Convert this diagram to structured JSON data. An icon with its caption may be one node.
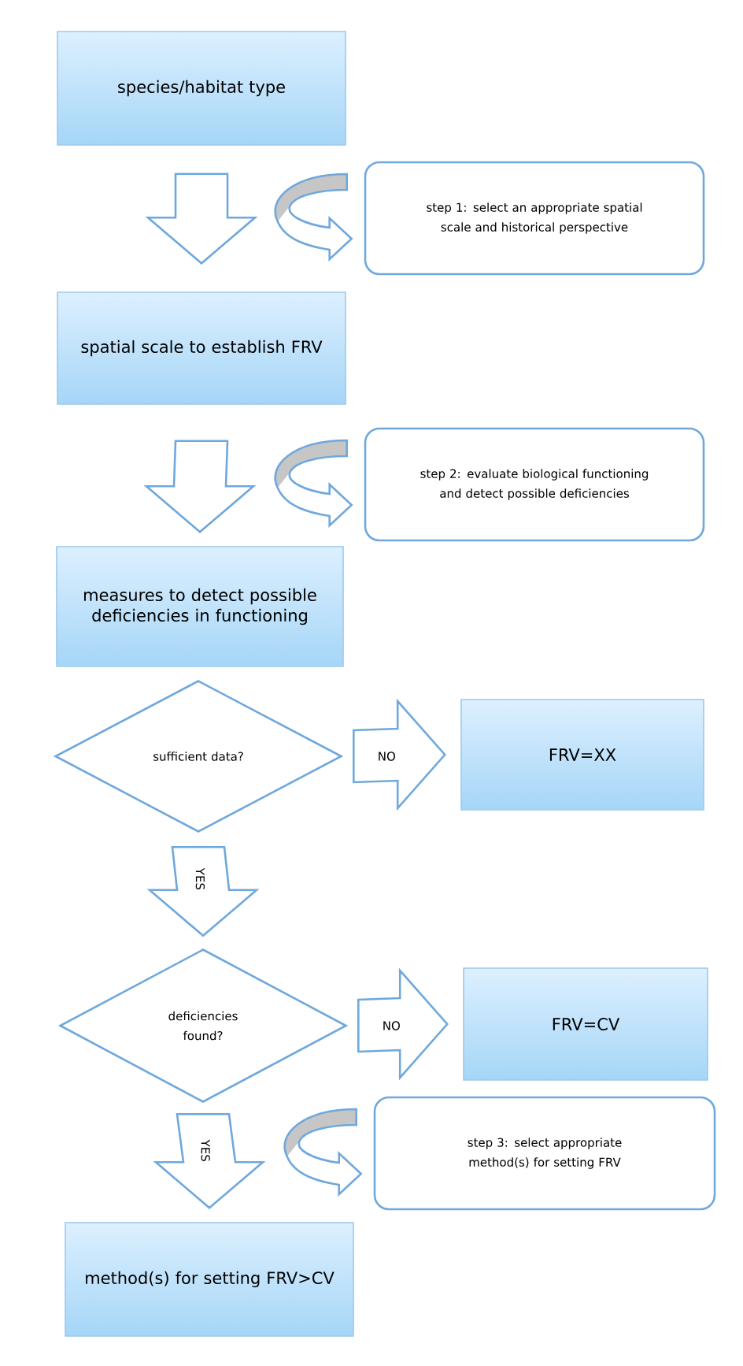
{
  "diagram": {
    "nodes": [
      {
        "text": [
          "species/habitat type"
        ]
      },
      {
        "text": [
          "step 1: select an appropriate spatial scale and historical perspective"
        ]
      },
      {
        "text": [
          "spatial scale to establish FRV"
        ]
      },
      {
        "text": [
          "step 2: evaluate biological functioning and detect possible deficiencies"
        ]
      },
      {
        "text": [
          "measures to detect possible deficiencies in functioning"
        ]
      },
      {
        "text": [
          "sufficient data?"
        ]
      },
      {
        "text": [
          "FRV=XX"
        ]
      },
      {
        "text": [
          "deficiencies found?"
        ]
      },
      {
        "text": [
          "FRV=CV"
        ]
      },
      {
        "text": [
          "step 3: select appropriate method(s) for setting FRV"
        ]
      },
      {
        "text": [
          "method(s) for setting FRV>CV"
        ]
      }
    ],
    "edges": [
      {
        "from": 0,
        "to": 2,
        "arrow": "to"
      },
      {
        "from": null,
        "to": 1,
        "arrow": "to"
      },
      {
        "from": 2,
        "to": 4,
        "arrow": "to"
      },
      {
        "from": null,
        "to": 3,
        "arrow": "to"
      },
      {
        "from": 5,
        "to": 6,
        "arrow": "to",
        "label": "NO"
      },
      {
        "from": 5,
        "to": 7,
        "arrow": "to",
        "label": "YES"
      },
      {
        "from": 7,
        "to": 8,
        "arrow": "to",
        "label": "NO"
      },
      {
        "from": 7,
        "to": 10,
        "arrow": "to",
        "label": "YES"
      },
      {
        "from": null,
        "to": 9,
        "arrow": "to"
      }
    ]
  }
}
